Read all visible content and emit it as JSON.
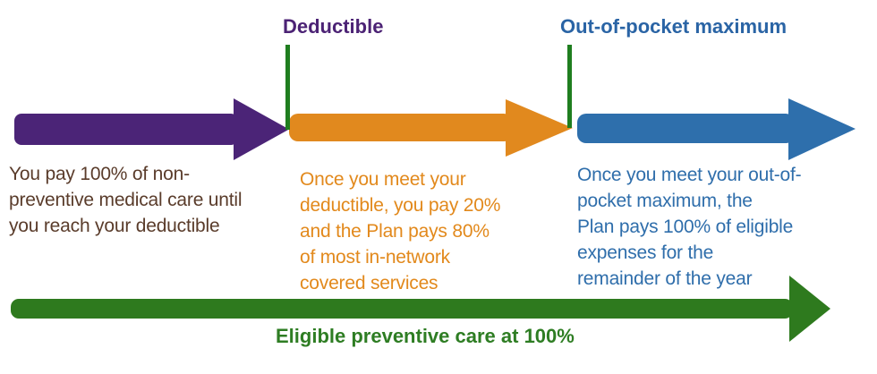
{
  "diagram": {
    "background_color": "#ffffff",
    "marker_line_color": "#1f7e1f",
    "markers": [
      {
        "id": "deductible",
        "label": "Deductible",
        "text_color": "#4c2375"
      },
      {
        "id": "out-of-pocket-maximum",
        "label": "Out-of-pocket maximum",
        "text_color": "#2a64a5"
      }
    ],
    "stages": [
      {
        "id": "before-deductible",
        "arrow_color": "#4b2477",
        "text_color": "#5a3c2b",
        "lines": [
          "You pay 100% of non-",
          "preventive medical care until",
          "you reach your deductible"
        ]
      },
      {
        "id": "after-deductible",
        "arrow_color": "#e1891e",
        "text_color": "#e2891c",
        "lines": [
          "Once you meet your",
          "deductible, you pay 20%",
          "and the Plan pays 80%",
          "of most in-network",
          "covered services"
        ]
      },
      {
        "id": "after-out-of-pocket-maximum",
        "arrow_color": "#2e6fac",
        "text_color": "#2f6eab",
        "lines": [
          "Once you meet your out-of-",
          "pocket maximum, the",
          "Plan pays 100% of eligible",
          "expenses for the",
          "remainder of the year"
        ]
      }
    ],
    "preventive": {
      "label": "Eligible preventive care at 100%",
      "arrow_color": "#2e7a1e",
      "text_color": "#2e7d23"
    }
  }
}
